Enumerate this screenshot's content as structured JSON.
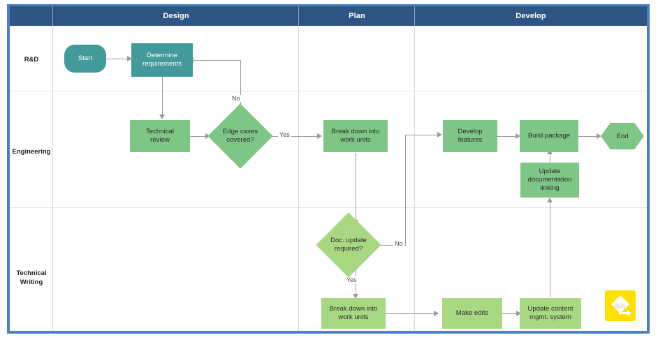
{
  "diagram": {
    "type": "swimlane-flowchart",
    "accent_color": "#4a80c4",
    "header_color": "#2f5584",
    "phase_headers": [
      {
        "id": "corner",
        "label": ""
      },
      {
        "id": "design",
        "label": "Design"
      },
      {
        "id": "plan",
        "label": "Plan"
      },
      {
        "id": "develop",
        "label": "Develop"
      }
    ],
    "lanes": [
      {
        "id": "rnd",
        "label": "R&D",
        "shape_color": "#429a9a",
        "text_color": "#ffffff"
      },
      {
        "id": "engineering",
        "label": "Engineering",
        "shape_color": "#7ec686",
        "text_color": "#2c2c2c"
      },
      {
        "id": "technical-writing",
        "label": "Technical\nWriting",
        "label_line1": "Technical",
        "label_line2": "Writing",
        "shape_color": "#a9d882",
        "text_color": "#2c2c2c"
      }
    ],
    "nodes": [
      {
        "id": "start",
        "label": "Start",
        "shape": "rounded",
        "lane": "rnd",
        "phase": "design"
      },
      {
        "id": "determine-req",
        "label": "Determine requirements",
        "label_line1": "Determine",
        "label_line2": "requirements",
        "shape": "process",
        "lane": "rnd",
        "phase": "design"
      },
      {
        "id": "technical-review",
        "label": "Technical review",
        "label_line1": "Technical",
        "label_line2": "review",
        "shape": "process",
        "lane": "engineering",
        "phase": "design"
      },
      {
        "id": "edge-cases",
        "label": "Edge cases covered?",
        "label_line1": "Edge cases",
        "label_line2": "covered?",
        "shape": "decision",
        "lane": "engineering",
        "phase": "design"
      },
      {
        "id": "break-down-eng",
        "label": "Break down into work units",
        "label_line1": "Break down into",
        "label_line2": "work units",
        "shape": "process",
        "lane": "engineering",
        "phase": "plan"
      },
      {
        "id": "develop-features",
        "label": "Develop features",
        "label_line1": "Develop",
        "label_line2": "features",
        "shape": "process",
        "lane": "engineering",
        "phase": "develop"
      },
      {
        "id": "build-package",
        "label": "Build package",
        "shape": "process",
        "lane": "engineering",
        "phase": "develop"
      },
      {
        "id": "end",
        "label": "End",
        "shape": "hexagon",
        "lane": "engineering",
        "phase": "develop"
      },
      {
        "id": "update-doc-link",
        "label": "Update documentation linking",
        "label_line1": "Update",
        "label_line2": "documentation",
        "label_line3": "linking",
        "shape": "process",
        "lane": "engineering",
        "phase": "develop"
      },
      {
        "id": "doc-update-req",
        "label": "Doc. update required?",
        "label_line1": "Doc. update",
        "label_line2": "required?",
        "shape": "decision",
        "lane": "technical-writing",
        "phase": "plan"
      },
      {
        "id": "break-down-tw",
        "label": "Break down into work units",
        "label_line1": "Break down into",
        "label_line2": "work units",
        "shape": "process",
        "lane": "technical-writing",
        "phase": "plan"
      },
      {
        "id": "make-edits",
        "label": "Make edits",
        "shape": "process",
        "lane": "technical-writing",
        "phase": "develop"
      },
      {
        "id": "update-cms",
        "label": "Update content mgmt. system",
        "label_line1": "Update content",
        "label_line2": "mgmt. system",
        "shape": "process",
        "lane": "technical-writing",
        "phase": "develop"
      }
    ],
    "edge_labels": {
      "edge_cases_no": "No",
      "edge_cases_yes": "Yes",
      "doc_update_no": "No",
      "doc_update_yes": "Yes"
    },
    "connections": [
      {
        "from": "start",
        "to": "determine-req",
        "label": ""
      },
      {
        "from": "determine-req",
        "to": "technical-review",
        "label": ""
      },
      {
        "from": "technical-review",
        "to": "edge-cases",
        "label": ""
      },
      {
        "from": "edge-cases",
        "to": "determine-req",
        "label": "No"
      },
      {
        "from": "edge-cases",
        "to": "break-down-eng",
        "label": "Yes"
      },
      {
        "from": "break-down-eng",
        "to": "doc-update-req",
        "label": ""
      },
      {
        "from": "doc-update-req",
        "to": "develop-features",
        "label": "No"
      },
      {
        "from": "doc-update-req",
        "to": "break-down-tw",
        "label": "Yes"
      },
      {
        "from": "develop-features",
        "to": "build-package",
        "label": ""
      },
      {
        "from": "build-package",
        "to": "end",
        "label": ""
      },
      {
        "from": "update-doc-link",
        "to": "build-package",
        "label": ""
      },
      {
        "from": "break-down-tw",
        "to": "make-edits",
        "label": ""
      },
      {
        "from": "make-edits",
        "to": "update-cms",
        "label": ""
      },
      {
        "from": "update-cms",
        "to": "update-doc-link",
        "label": ""
      }
    ],
    "logo": {
      "name": "app-logo",
      "background": "#ffe000",
      "glyph": "diamond-arrow"
    }
  }
}
